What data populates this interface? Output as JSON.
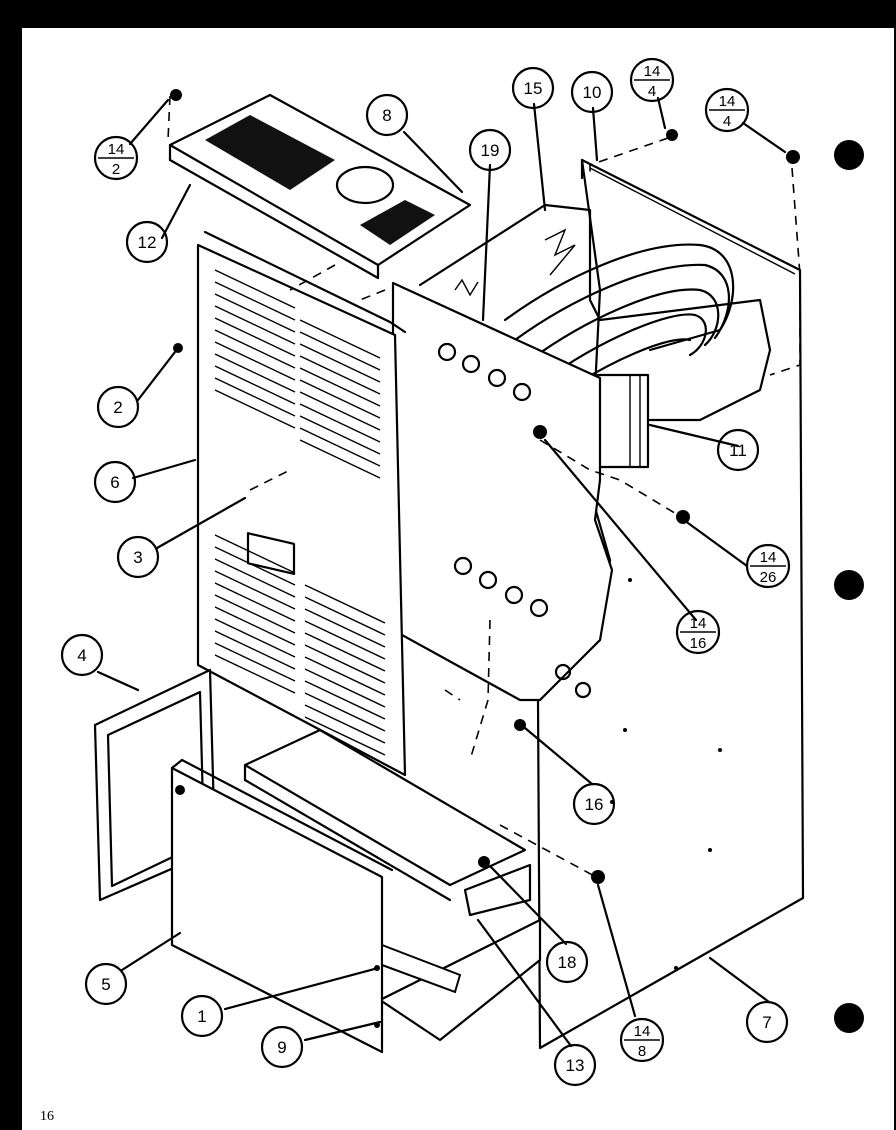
{
  "page_number": "16",
  "callouts": {
    "c1": "1",
    "c2": "2",
    "c3": "3",
    "c4": "4",
    "c5": "5",
    "c6": "6",
    "c7": "7",
    "c8": "8",
    "c9": "9",
    "c10": "10",
    "c11": "11",
    "c12": "12",
    "c13": "13",
    "c15": "15",
    "c16": "16",
    "c18": "18",
    "c19": "19"
  },
  "fraction_callouts": {
    "f_14_2": {
      "top": "14",
      "bottom": "2"
    },
    "f_14_4a": {
      "top": "14",
      "bottom": "4"
    },
    "f_14_4b": {
      "top": "14",
      "bottom": "4"
    },
    "f_14_16": {
      "top": "14",
      "bottom": "16"
    },
    "f_14_26": {
      "top": "14",
      "bottom": "26"
    },
    "f_14_8": {
      "top": "14",
      "bottom": "8"
    }
  }
}
